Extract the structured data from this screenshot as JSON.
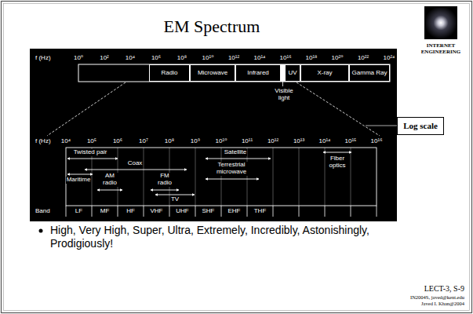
{
  "diagram": {
    "title": "EM Spectrum",
    "nodes": [
      {
        "text": [
          "Radio"
        ]
      },
      {
        "text": [
          "Microwave"
        ]
      },
      {
        "text": [
          "Infrared"
        ]
      },
      {
        "text": [
          "UV"
        ]
      },
      {
        "text": [
          "X-ray"
        ]
      },
      {
        "text": [
          "Gamma Ray"
        ]
      },
      {
        "text": [
          "Log scale"
        ]
      }
    ],
    "labels": [
      "f (Hz)",
      "10⁰",
      "10²",
      "10⁴",
      "10⁶",
      "10⁸",
      "10¹⁰",
      "10¹²",
      "10¹⁴",
      "10¹⁶",
      "10¹⁸",
      "10²⁰",
      "10²²",
      "10²⁴",
      "Visible light",
      "f (Hz)",
      "10⁴",
      "10⁵",
      "10⁶",
      "10⁷",
      "10⁸",
      "10⁹",
      "10¹⁰",
      "10¹¹",
      "10¹²",
      "10¹³",
      "10¹⁴",
      "10¹⁵",
      "10¹⁶",
      "Twisted pair",
      "Coax",
      "Maritime",
      "AM radio",
      "FM radio",
      "TV",
      "Satellite",
      "Terrestrial microwave",
      "Fiber optics",
      "Band",
      "LF",
      "MF",
      "HF",
      "VHF",
      "UHF",
      "SHF",
      "EHF",
      "THF",
      "High, Very High, Super, Ultra, Extremely, Incredibly, Astonishingly, Prodigiously!",
      "INTERNET ENGINEERING",
      "LECT-3, S-9",
      "IN2004S, javed@kent.edu",
      "Javed I. Khan@2004"
    ]
  }
}
